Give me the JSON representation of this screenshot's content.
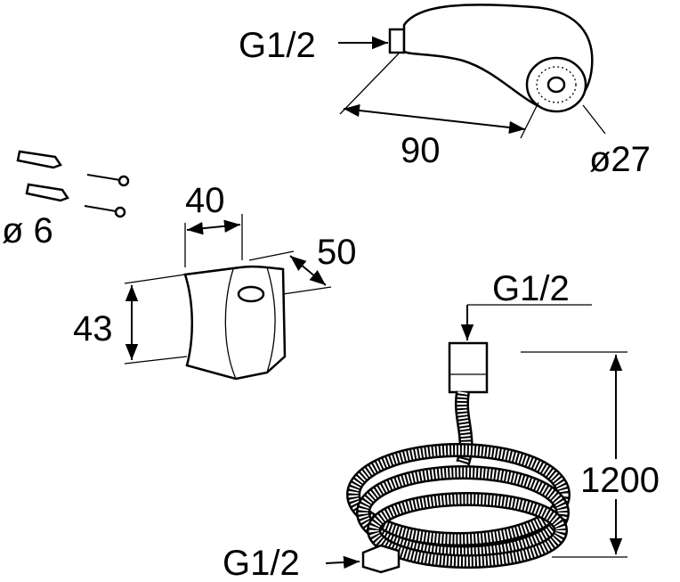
{
  "drawing": {
    "hand_shower": {
      "thread_label": "G1/2",
      "length_label": "90",
      "diameter_label": "ø27"
    },
    "fixings": {
      "diameter_label": "ø 6"
    },
    "wall_bracket": {
      "width_label": "40",
      "depth_label": "50",
      "height_label": "43"
    },
    "hose": {
      "top_thread_label": "G1/2",
      "length_label": "1200",
      "bottom_thread_label": "G1/2"
    }
  }
}
